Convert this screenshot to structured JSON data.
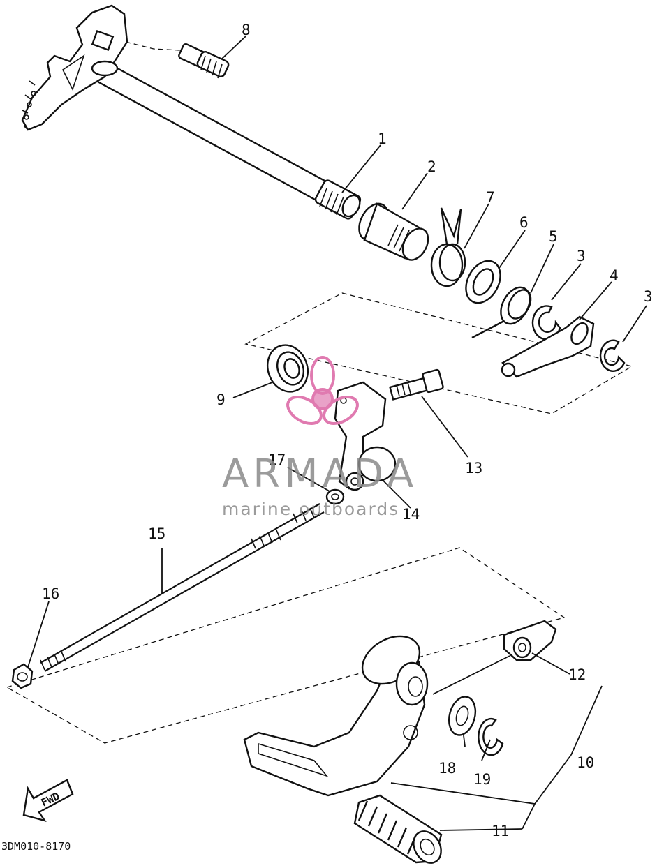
{
  "diagram": {
    "drawing_code": "3DM010-8170",
    "fwd_label": "FWD",
    "callouts": [
      {
        "id": "c1",
        "text": "1"
      },
      {
        "id": "c2",
        "text": "2"
      },
      {
        "id": "c3a",
        "text": "3"
      },
      {
        "id": "c3b",
        "text": "3"
      },
      {
        "id": "c4",
        "text": "4"
      },
      {
        "id": "c5",
        "text": "5"
      },
      {
        "id": "c6",
        "text": "6"
      },
      {
        "id": "c7",
        "text": "7"
      },
      {
        "id": "c8",
        "text": "8"
      },
      {
        "id": "c9",
        "text": "9"
      },
      {
        "id": "c10",
        "text": "10"
      },
      {
        "id": "c11",
        "text": "11"
      },
      {
        "id": "c12",
        "text": "12"
      },
      {
        "id": "c13",
        "text": "13"
      },
      {
        "id": "c14",
        "text": "14"
      },
      {
        "id": "c15",
        "text": "15"
      },
      {
        "id": "c16",
        "text": "16"
      },
      {
        "id": "c17",
        "text": "17"
      },
      {
        "id": "c18",
        "text": "18"
      },
      {
        "id": "c19",
        "text": "19"
      }
    ]
  },
  "watermark": {
    "brand": "ARMADA",
    "tagline": "marine outboards",
    "logo_color": "#e07ab0",
    "text_color": "#8a8a8a"
  }
}
